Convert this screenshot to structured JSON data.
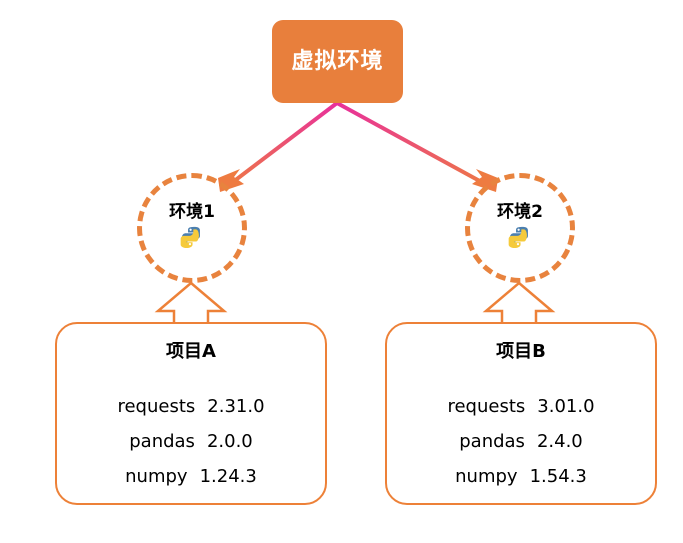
{
  "diagram": {
    "root": {
      "label": "虚拟环境",
      "fill": "#E87F3C",
      "text_color": "#FFFFFF"
    },
    "environments": [
      {
        "label": "环境1",
        "icon": "python-logo-icon",
        "border_color": "#E8833E",
        "border_style": "dashed"
      },
      {
        "label": "环境2",
        "icon": "python-logo-icon",
        "border_color": "#E8833E",
        "border_style": "dashed"
      }
    ],
    "projects": [
      {
        "title": "项目A",
        "border_color": "#ED8138",
        "packages": [
          {
            "name": "requests",
            "version": "2.31.0"
          },
          {
            "name": "pandas",
            "version": "2.0.0"
          },
          {
            "name": "numpy",
            "version": "1.24.3"
          }
        ]
      },
      {
        "title": "项目B",
        "border_color": "#ED8138",
        "packages": [
          {
            "name": "requests",
            "version": "3.01.0"
          },
          {
            "name": "pandas",
            "version": "2.4.0"
          },
          {
            "name": "numpy",
            "version": "1.54.3"
          }
        ]
      }
    ],
    "connectors": {
      "root_to_env": {
        "style": "solid-arrow",
        "gradient_from": "#E8309B",
        "gradient_to": "#EE7B41",
        "direction": "root-to-environment"
      },
      "project_to_env": {
        "style": "hollow-block-arrow",
        "color": "#ED8138",
        "direction": "project-to-environment"
      }
    },
    "palette": {
      "orange": "#E87F3C",
      "orange_outline": "#ED8138",
      "magenta": "#E8309B",
      "python_blue": "#4B8BBE",
      "python_yellow": "#FFD43B",
      "background": "#FFFFFF"
    }
  }
}
